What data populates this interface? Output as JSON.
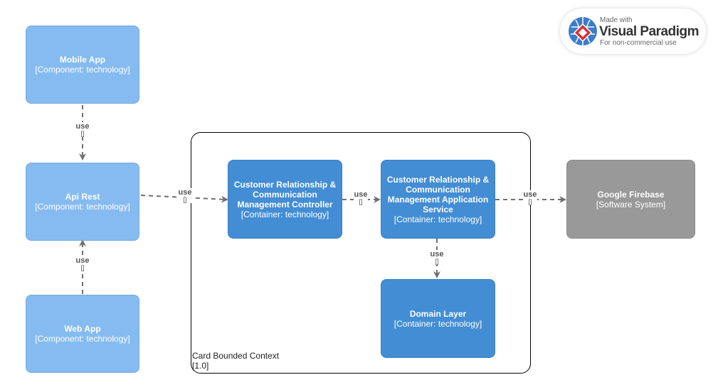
{
  "badge": {
    "made_with": "Made with",
    "brand": "Visual Paradigm",
    "license": "For non-commercial use"
  },
  "boundary": {
    "name": "Card Bounded Context",
    "version": "[1.0]"
  },
  "nodes": {
    "mobile_app": {
      "title": "Mobile App",
      "type": "[Component: technology]"
    },
    "api_rest": {
      "title": "Api Rest",
      "type": "[Component: technology]"
    },
    "web_app": {
      "title": "Web App",
      "type": "[Component: technology]"
    },
    "crcm_controller": {
      "title": "Customer Relationship & Communication Management Controller",
      "type": "[Container: technology]"
    },
    "crcm_app_service": {
      "title": "Customer Relationship & Communication Management Application Service",
      "type": "[Container: technology]"
    },
    "domain_layer": {
      "title": "Domain Layer",
      "type": "[Container: technology]"
    },
    "google_firebase": {
      "title": "Google Firebase",
      "type": "[Software System]"
    }
  },
  "edges": [
    {
      "label": "use",
      "sub": "[]"
    },
    {
      "label": "use",
      "sub": "[]"
    },
    {
      "label": "use",
      "sub": "[]"
    },
    {
      "label": "use",
      "sub": "[]"
    },
    {
      "label": "use",
      "sub": "[]"
    },
    {
      "label": "use",
      "sub": "[]"
    }
  ],
  "colors": {
    "component": "#85bbf0",
    "container": "#438dd5",
    "external_system": "#999999",
    "edge": "#707070"
  }
}
